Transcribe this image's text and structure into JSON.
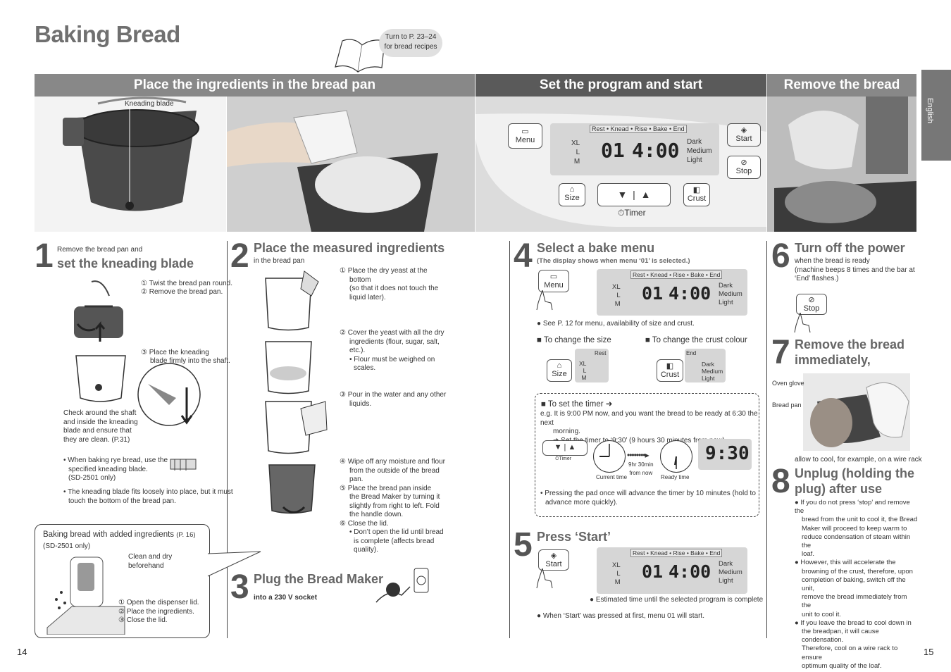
{
  "page": {
    "title": "Baking Bread",
    "bubble_line1": "Turn to P. 23–24",
    "bubble_line2": "for bread recipes",
    "page_left": "14",
    "page_right": "15",
    "side_tab": "English"
  },
  "bars": {
    "place": "Place the ingredients in the bread pan",
    "set": "Set the program and start",
    "remove": "Remove the bread"
  },
  "photos": {
    "kneading_blade_label": "Kneading blade"
  },
  "panel": {
    "menu": "Menu",
    "start": "Start",
    "stop": "Stop",
    "size": "Size",
    "crust": "Crust",
    "timer": "Timer",
    "down": "▼",
    "up": "▲",
    "stages": "Rest • Knead • Rise • Bake • End",
    "xl": "XL",
    "l": "L",
    "m": "M",
    "dark": "Dark",
    "medium": "Medium",
    "light": "Light",
    "menu_num": "01",
    "time": "4:00"
  },
  "step1": {
    "num": "1",
    "sub": "Remove the bread pan and",
    "head": "set the kneading blade",
    "i1": "① Twist the bread pan round.",
    "i2": "② Remove the bread pan.",
    "i3a": "③ Place the kneading",
    "i3b": "blade firmly into the shaft.",
    "check1": "Check around the shaft",
    "check2": "and inside the kneading",
    "check3": "blade and ensure that",
    "check4": "they are clean. (P.31)",
    "rye1": "• When baking rye bread, use the",
    "rye2": "specified kneading blade.",
    "rye3": "(SD-2501 only)",
    "loose1": "• The kneading blade fits loosely into place, but it must",
    "loose2": "touch the bottom of the bread pan."
  },
  "added": {
    "title": "Baking bread with added ingredients",
    "ref": "(P. 16)",
    "model": "(SD-2501 only)",
    "clean1": "Clean and dry",
    "clean2": "beforehand",
    "i1": "① Open the dispenser lid.",
    "i2": "② Place the ingredients.",
    "i3": "③ Close the lid."
  },
  "step2": {
    "num": "2",
    "head": "Place the measured ingredients",
    "sub": "in the bread pan",
    "a1": "① Place the dry yeast at the",
    "a2": "bottom",
    "a3": "(so that it does not touch the",
    "a4": "liquid later).",
    "b1": "② Cover the yeast with all the dry",
    "b2": "ingredients (flour, sugar, salt,",
    "b3": "etc.).",
    "b4": "• Flour must be weighed on",
    "b5": "scales.",
    "c1": "③ Pour in the water and any other",
    "c2": "liquids.",
    "d1": "④ Wipe off any moisture and flour",
    "d2": "from the outside of the bread",
    "d3": "pan.",
    "e1": "⑤ Place the bread pan inside",
    "e2": "the Bread Maker by turning it",
    "e3": "slightly from right to left. Fold",
    "e4": "the handle down.",
    "f1": "⑥ Close the lid.",
    "f2": "• Don’t open the lid until bread",
    "f3": "is complete (affects bread",
    "f4": "quality)."
  },
  "step3": {
    "num": "3",
    "head": "Plug the Bread Maker",
    "sub": "into a 230 V socket"
  },
  "step4": {
    "num": "4",
    "head": "Select a bake menu",
    "sub": "(The display shows when menu ‘01’ is selected.)",
    "see": "● See P. 12 for menu, availability of size and crust.",
    "change_size": "■ To change the size",
    "change_crust": "■ To change the crust colour",
    "rest": "Rest",
    "end": "End",
    "timer_head": "■ To set the timer ➜",
    "eg1": "e.g. It is 9:00 PM now, and you want the bread to be ready at 6:30 the next",
    "eg2": "morning.",
    "eg3": "➜ Set the timer to ‘9:30’ (9 hours 30 minutes from now).",
    "current": "Current time",
    "ready": "Ready time",
    "from_now1": "9hr 30min",
    "from_now2": "from now",
    "timer_display": "9:30",
    "press1": "• Pressing the pad once will advance the timer by 10 minutes (hold to",
    "press2": "advance more quickly)."
  },
  "step5": {
    "num": "5",
    "head": "Press ‘Start’",
    "estimated": "● Estimated time until the selected program is complete",
    "when": "● When ‘Start’ was pressed at first, menu 01 will start."
  },
  "step6": {
    "num": "6",
    "head": "Turn off the power",
    "s1": "when the bread is ready",
    "s2": "(machine beeps 8 times and the bar at",
    "s3": "‘End’ flashes.)"
  },
  "step7": {
    "num": "7",
    "head1": "Remove the bread",
    "head2": "immediately,",
    "oven_glove": "Oven glove",
    "bread_pan": "Bread pan",
    "allow": "allow to cool, for example, on a wire rack"
  },
  "step8": {
    "num": "8",
    "head1": "Unplug (holding the",
    "head2": "plug) after use",
    "b1": [
      "If you do not press ‘stop’ and remove the",
      "bread from the unit to cool it, the Bread",
      "Maker will proceed to keep warm to",
      "reduce condensation of steam within the",
      "loaf."
    ],
    "b2": [
      "However, this will accelerate the",
      "browning of the crust, therefore, upon",
      "completion of baking, switch off the unit,",
      "remove the bread immediately from the",
      "unit to cool it."
    ],
    "b3": [
      "If you leave the bread to cool down in",
      "the breadpan, it will cause condensation.",
      "Therefore, cool on a wire rack to ensure",
      "optimum quality of the loaf."
    ]
  },
  "colors": {
    "bar_light": "#888888",
    "bar_dark": "#5a5a5a",
    "heading_gray": "#666666"
  }
}
